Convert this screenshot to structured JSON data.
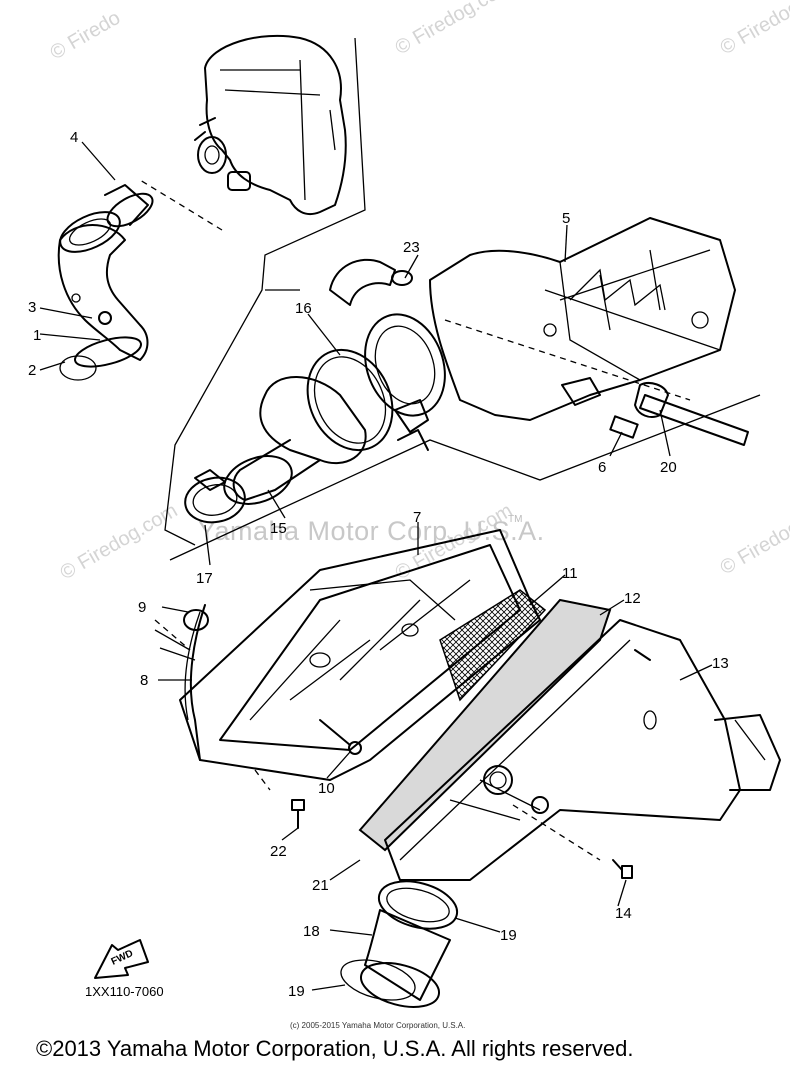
{
  "watermarks": {
    "site": "© Firedog.com",
    "site_short": "© Firedo",
    "center": "Yamaha Motor Corp. U.S.A.",
    "tm": "TM"
  },
  "diagram": {
    "code": "1XX110-7060",
    "fwd_label": "FWD",
    "part_labels": [
      "1",
      "2",
      "3",
      "4",
      "5",
      "6",
      "7",
      "8",
      "9",
      "10",
      "11",
      "12",
      "13",
      "14",
      "15",
      "16",
      "17",
      "18",
      "19",
      "19",
      "20",
      "21",
      "22",
      "23"
    ]
  },
  "footer": {
    "small_copyright": "(c) 2005-2015 Yamaha Motor Corporation, U.S.A.",
    "copyright": "©2013 Yamaha Motor Corporation, U.S.A. All rights reserved."
  }
}
